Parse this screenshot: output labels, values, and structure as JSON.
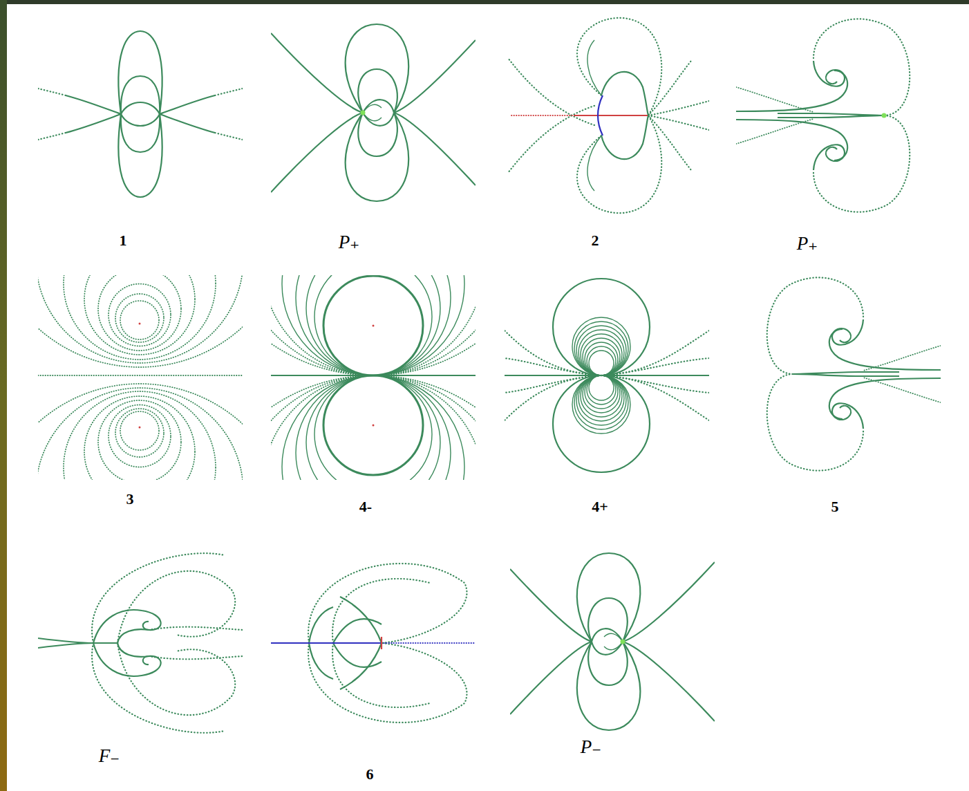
{
  "diagram": {
    "labels": [
      "1",
      "P₊",
      "2",
      "P₊",
      "3",
      "4-",
      "4+",
      "5",
      "F₋",
      "6",
      "P₋"
    ]
  }
}
